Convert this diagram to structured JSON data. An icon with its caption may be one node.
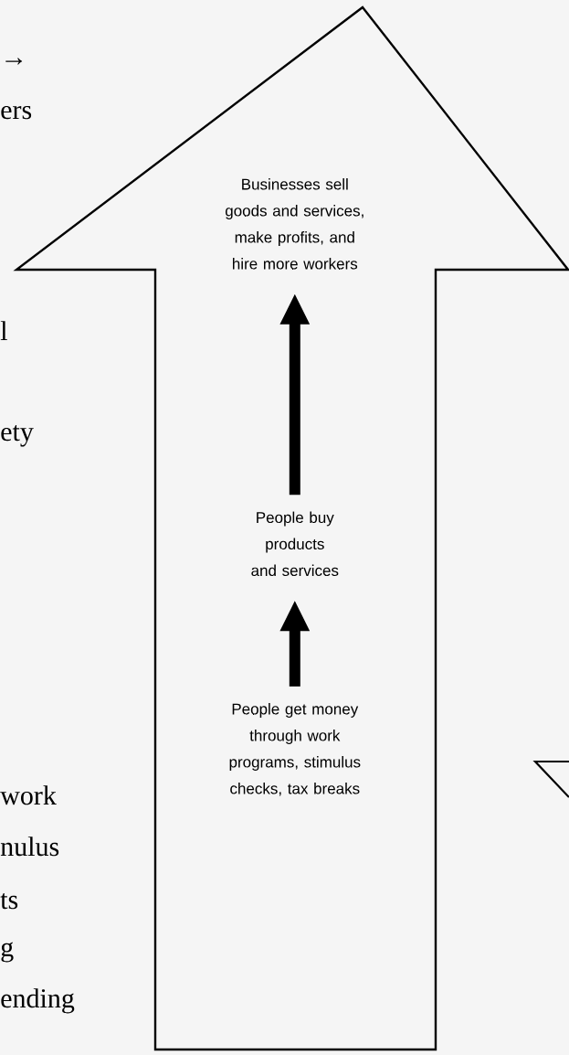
{
  "diagram": {
    "nodes": [
      {
        "text": [],
        "shape": "arrow"
      },
      {
        "text": [
          "Businesses sell goods and services, make profits, and hire more workers"
        ],
        "in": 0
      },
      {
        "text": [
          "People buy products and services"
        ],
        "in": 0
      },
      {
        "text": [
          "People get money through work programs, stimulus checks, tax breaks"
        ],
        "in": 0
      }
    ],
    "edges": [
      {
        "from": 3,
        "to": 2,
        "arrow": "to"
      },
      {
        "from": 2,
        "to": 1,
        "arrow": "to"
      }
    ],
    "labels": [
      "→",
      "ers",
      "l",
      "ety",
      "work",
      "nulus",
      "ts",
      "g",
      "ending"
    ]
  }
}
